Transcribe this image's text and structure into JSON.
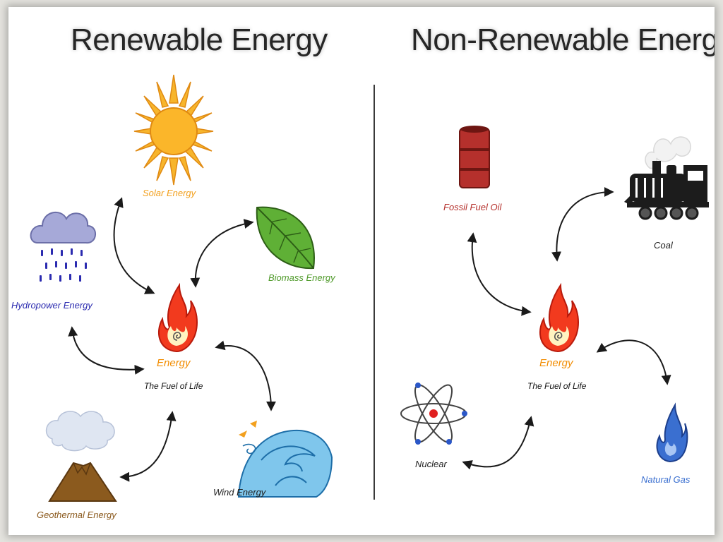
{
  "titles": {
    "renewable": "Renewable Energy",
    "non_renewable": "Non-Renewable Energy"
  },
  "renewable": {
    "center": {
      "label": "Energy",
      "caption": "The Fuel of Life"
    },
    "sources": [
      {
        "label": "Solar Energy",
        "icon": "sun-icon"
      },
      {
        "label": "Biomass  Energy",
        "icon": "leaf-icon"
      },
      {
        "label": "Hydropower Energy",
        "icon": "rain-cloud-icon"
      },
      {
        "label": "Geothermal Energy",
        "icon": "volcano-icon"
      },
      {
        "label": "Wind Energy",
        "icon": "wave-wind-icon"
      }
    ]
  },
  "non_renewable": {
    "center": {
      "label": "Energy",
      "caption": "The Fuel of Life"
    },
    "sources": [
      {
        "label": "Fossil Fuel Oil",
        "icon": "oil-barrel-icon"
      },
      {
        "label": "Coal",
        "icon": "steam-train-icon"
      },
      {
        "label": "Nuclear",
        "icon": "atom-icon"
      },
      {
        "label": "Natural Gas",
        "icon": "gas-flame-icon"
      }
    ]
  },
  "colors": {
    "solar": "#f2a01e",
    "biomass": "#4f9a2a",
    "hydro": "#2b2bb0",
    "geothermal": "#8b5a1e",
    "wind": "#222222",
    "energy": "#f28c00",
    "fossil": "#b5302c",
    "coal": "#222222",
    "gas": "#3a6fd0"
  }
}
